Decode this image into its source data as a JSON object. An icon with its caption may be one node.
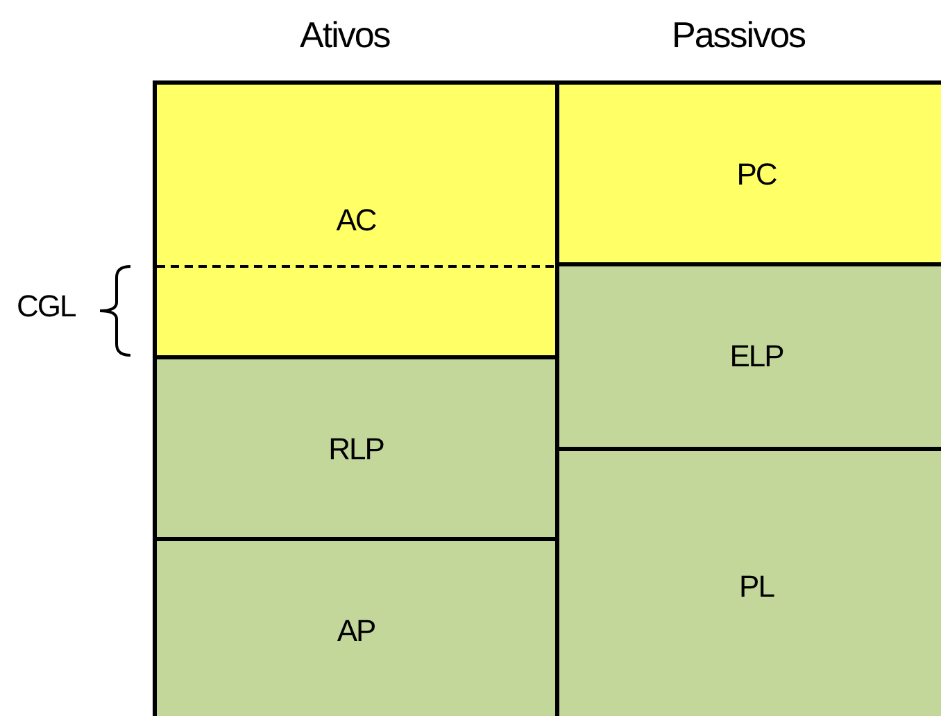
{
  "diagram": {
    "nodes": [
      {
        "text": [
          "AC"
        ]
      },
      {
        "text": [
          "RLP"
        ]
      },
      {
        "text": [
          "AP"
        ]
      },
      {
        "text": [
          "PC"
        ]
      },
      {
        "text": [
          "ELP"
        ]
      },
      {
        "text": [
          "PL"
        ]
      }
    ],
    "edges": [],
    "labels": [
      "Ativos",
      "Passivos",
      "CGL"
    ]
  }
}
